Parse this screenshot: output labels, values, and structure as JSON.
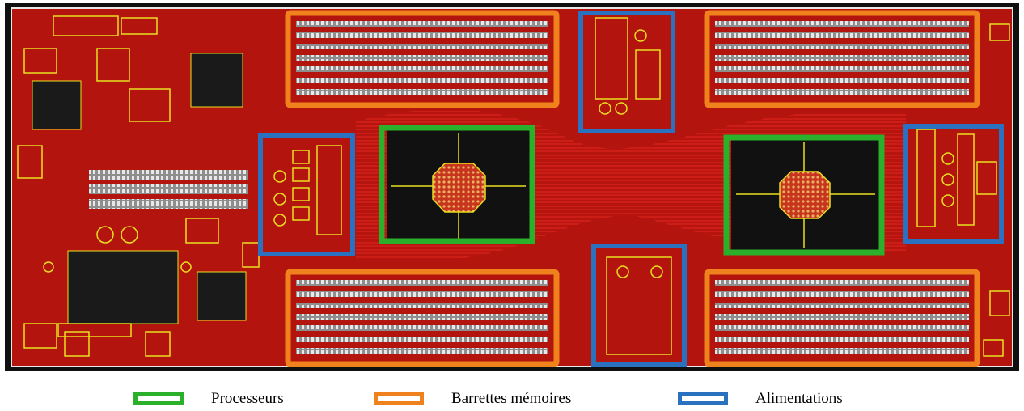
{
  "diagram": {
    "colors": {
      "board_background": "#0d0d0d",
      "pcb_red": "#c81812",
      "trace_red": "#e02a1f",
      "silkscreen_yellow": "#e8e020",
      "connector_gray": "#b9b9b9",
      "processor": "#2ab02a",
      "memory": "#f0821e",
      "power": "#2a72c0"
    },
    "legend": [
      {
        "key": "processor",
        "label": "Processeurs",
        "color": "#2ab02a",
        "icon": "green-box-swatch"
      },
      {
        "key": "memory",
        "label": "Barrettes mémoires",
        "color": "#f0821e",
        "icon": "orange-box-swatch"
      },
      {
        "key": "power",
        "label": "Alimentations",
        "color": "#2a72c0",
        "icon": "blue-box-swatch"
      }
    ]
  }
}
